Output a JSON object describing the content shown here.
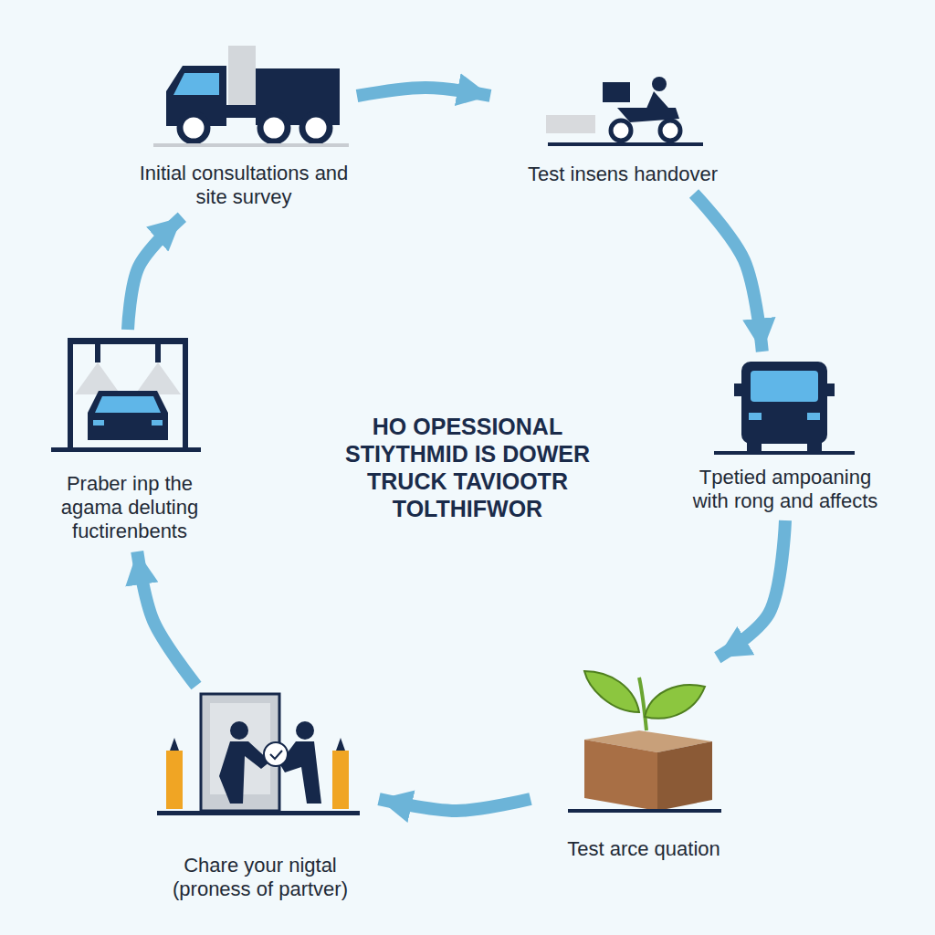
{
  "diagram": {
    "title": "HO OPESSIONAL STIYTHMID IS DOWER TRUCK TAVIOOTR TOLTHIFWOR",
    "nodes": [
      {
        "text": [
          "Initial consultations and site survey"
        ]
      },
      {
        "text": [
          "Test insens handover"
        ]
      },
      {
        "text": [
          "Tpetied ampoaning with rong and affects"
        ]
      },
      {
        "text": [
          "Test arce quation"
        ]
      },
      {
        "text": [
          "Chare your nigtal (proness of partver)"
        ]
      },
      {
        "text": [
          "Praber inp the agama deluting fuctirenbents"
        ]
      }
    ],
    "edges": [
      {
        "from": 0,
        "to": 1,
        "arrow": "to"
      },
      {
        "from": 1,
        "to": 2,
        "arrow": "to"
      },
      {
        "from": 2,
        "to": 3,
        "arrow": "to"
      },
      {
        "from": 3,
        "to": 4,
        "arrow": "to"
      },
      {
        "from": 4,
        "to": 5,
        "arrow": "to"
      },
      {
        "from": 5,
        "to": 0,
        "arrow": "to"
      }
    ]
  }
}
